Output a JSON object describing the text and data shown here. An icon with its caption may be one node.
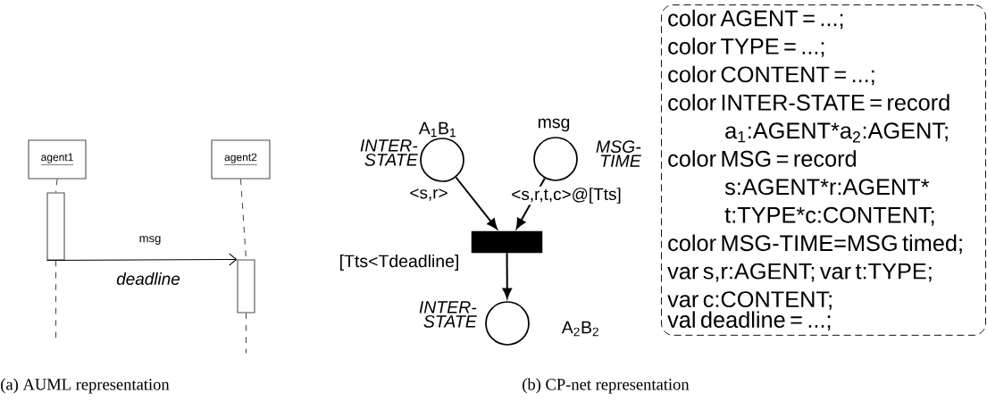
{
  "diagram": {
    "nodes": [
      {
        "text": [
          "agent1"
        ]
      },
      {
        "text": [
          "agent2"
        ]
      },
      {
        "text": [],
        "shape": "bar"
      },
      {
        "text": [],
        "shape": "bar"
      },
      {
        "text": [],
        "shape": "circle",
        "beside": [
          "INTER- STATE",
          "A$_{1}$B$_{1}$"
        ]
      },
      {
        "text": [],
        "shape": "circle",
        "beside": [
          "msg",
          "MSG- TIME"
        ]
      },
      {
        "text": [],
        "shape": "bar",
        "beside": [
          "[Tts<Tdeadline]"
        ]
      },
      {
        "text": [],
        "shape": "circle",
        "beside": [
          "INTER- STATE",
          "A$_{2}$B$_{2}$"
        ]
      },
      {
        "text": [
          "color AGENT = ...;",
          "color TYPE = ...;",
          "color CONTENT = ...;",
          "color INTER-STATE = record",
          "a$_{1}$:AGENT*a$_{2}$:AGENT;",
          "color MSG = record",
          "s:AGENT*r:AGENT*",
          "t:TYPE*c:CONTENT;",
          "color MSG-TIME=MSG timed;",
          "var s,r:AGENT; var t:TYPE;",
          "var c:CONTENT;",
          "val deadline = ...;"
        ]
      }
    ],
    "edges": [
      {
        "from": 0,
        "to": 2,
        "arrow": "none",
        "style": "dashed"
      },
      {
        "from": 1,
        "to": 3,
        "arrow": "none",
        "style": "dashed"
      },
      {
        "from": 2,
        "to": 3,
        "arrow": "to",
        "label": "msg"
      },
      {
        "from": 4,
        "to": 6,
        "arrow": "to",
        "label": "<s,r>"
      },
      {
        "from": 5,
        "to": 6,
        "arrow": "to",
        "label": "<s,r,t,c>@[Tts]"
      },
      {
        "from": 6,
        "to": 7,
        "arrow": "to"
      }
    ],
    "labels": [
      "deadline",
      "(a) AUML representation",
      "(b) CP-net representation"
    ]
  }
}
